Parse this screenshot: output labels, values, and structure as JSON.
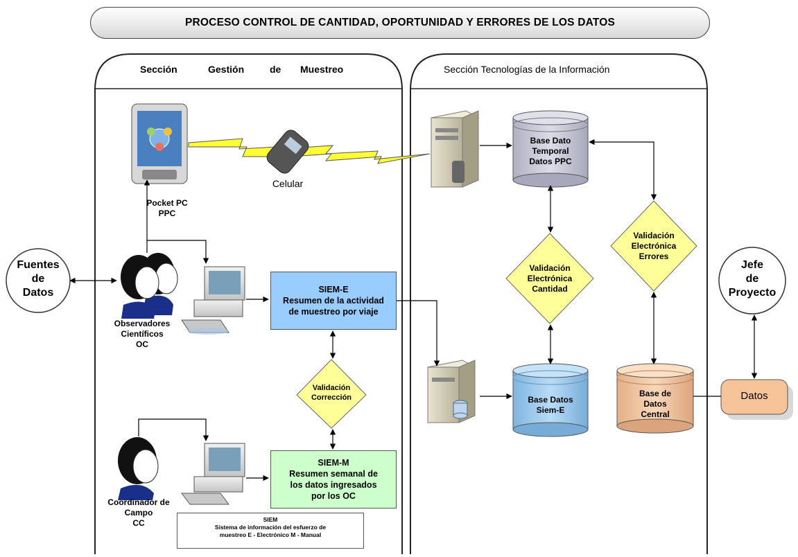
{
  "title": "PROCESO CONTROL DE CANTIDAD, OPORTUNIDAD Y ERRORES DE LOS  DATOS",
  "sections": {
    "gestion": {
      "word1": "Sección",
      "word2": "Gestión",
      "word3": "de",
      "word4": "Muestreo"
    },
    "ti": "Sección Tecnologías de la Información"
  },
  "nodes": {
    "fuentes": "Fuentes\nde\nDatos",
    "jefe": "Jefe\nde\nProyecto",
    "datos": "Datos",
    "pocket_pc": "Pocket PC\nPPC",
    "celular": "Celular",
    "observadores": "Observadores\nCientíficos\nOC",
    "coordinador": "Coordinador de\nCampo\nCC",
    "siem_e": {
      "title": "SIEM-E",
      "body": "Resumen de la actividad\nde muestreo por viaje"
    },
    "siem_m": {
      "title": "SIEM-M",
      "body": "Resumen semanal de\nlos datos ingresados\npor los OC"
    },
    "validacion_correccion": "Validación\nCorrección",
    "validacion_cantidad": "Validación\nElectrónica\nCantidad",
    "validacion_errores": "Validación\nElectrónica\nErrores",
    "db_temporal": "Base Dato\nTemporal\nDatos PPC",
    "db_siem_e": "Base Datos\nSiem-E",
    "db_central": "Base de\nDatos\nCentral"
  },
  "note": {
    "title": "SIEM",
    "line1": "Sistema de información del esfuerzo de",
    "line2": "muestreo E - Electrónico  M - Manual"
  },
  "colors": {
    "siem_e": "#99ccff",
    "siem_m": "#ccffcc",
    "diamond": "#ffff99",
    "db_temporal": "#c8c8d8",
    "db_siem_e": "#99ccee",
    "db_central": "#f2c8a0",
    "datos": "#f7c49a",
    "lightning": "#ffff33"
  }
}
